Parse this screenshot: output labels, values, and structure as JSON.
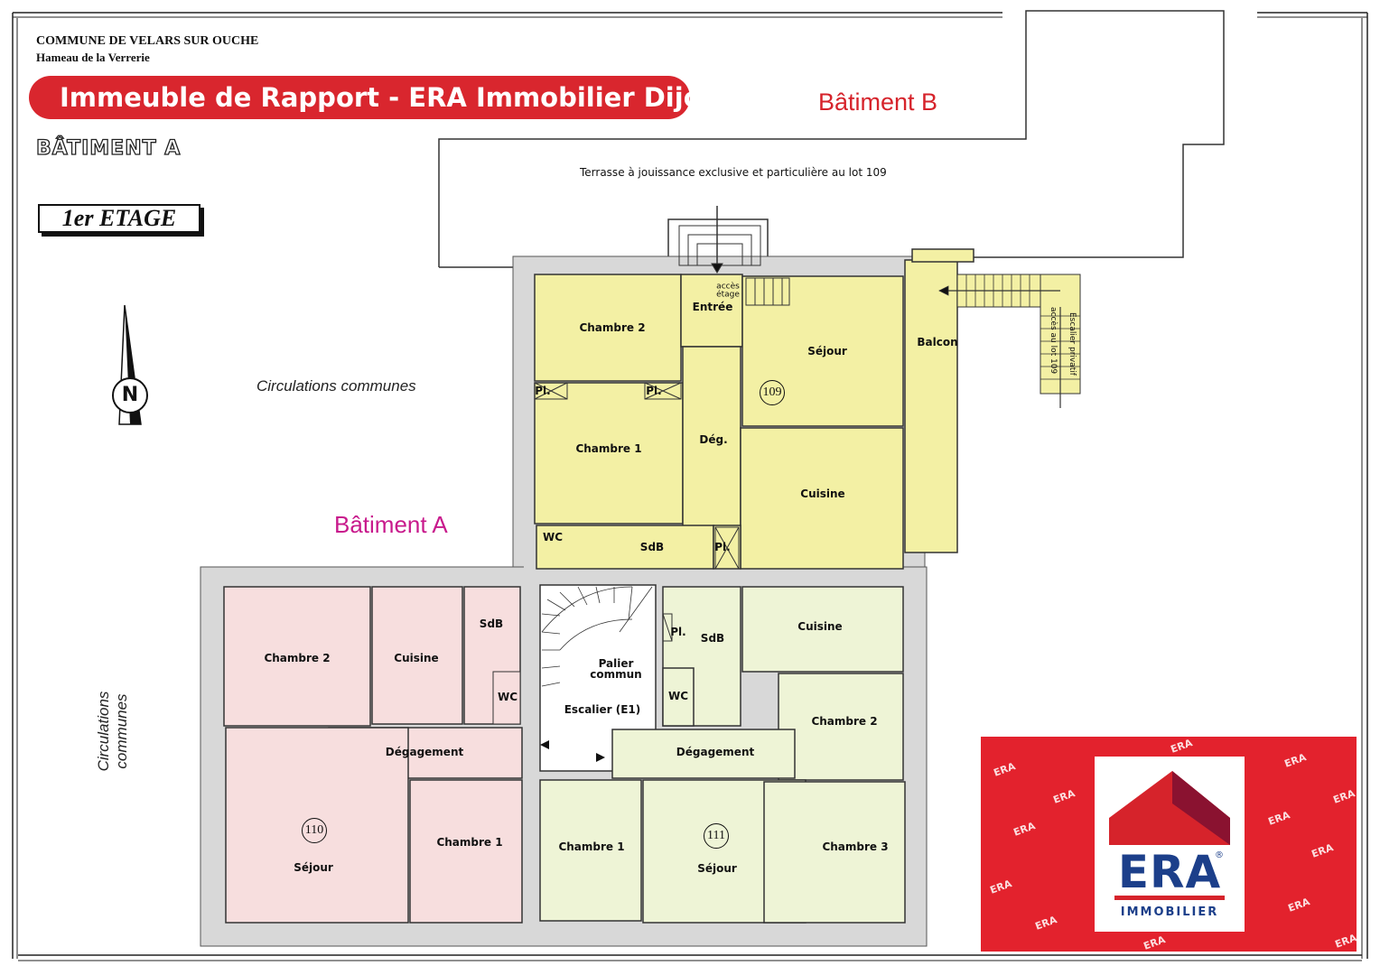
{
  "header": {
    "commune": "COMMUNE DE VELARS SUR OUCHE",
    "hamlet": "Hameau de la Verrerie",
    "banner": "Immeuble de Rapport - ERA Immobilier Dijon",
    "building_tag": "BÂTIMENT A",
    "floor_tag": "1er ETAGE"
  },
  "labels": {
    "batiment_b": "Bâtiment B",
    "batiment_a": "Bâtiment A",
    "circulations_top": "Circulations communes",
    "circulations_side": "Circulations communes",
    "terrasse": "Terrasse à jouissance exclusive et particulière au lot  109",
    "north": "N",
    "acces_etage_1": "accès",
    "acces_etage_2": "étage",
    "escalier_prive_1": "Escalier privatif",
    "escalier_prive_2": "accès au lot 109"
  },
  "lot109": {
    "number": "109",
    "rooms": {
      "chambre2": "Chambre 2",
      "chambre1": "Chambre 1",
      "entree": "Entrée",
      "deg": "Dég.",
      "sejour": "Séjour",
      "cuisine": "Cuisine",
      "balcon": "Balcon",
      "wc": "WC",
      "sdb": "SdB",
      "pl1": "Pl.",
      "pl2": "Pl.",
      "pl3": "Pl."
    }
  },
  "lot110": {
    "number": "110",
    "rooms": {
      "chambre2": "Chambre 2",
      "cuisine": "Cuisine",
      "sdb": "SdB",
      "wc": "WC",
      "degagement": "Dégagement",
      "sejour": "Séjour",
      "chambre1": "Chambre 1"
    }
  },
  "common": {
    "palier_1": "Palier",
    "palier_2": "commun",
    "escalier": "Escalier (E1)"
  },
  "lot111": {
    "number": "111",
    "rooms": {
      "pl": "Pl.",
      "sdb": "SdB",
      "cuisine": "Cuisine",
      "wc": "WC",
      "chambre2": "Chambre 2",
      "degagement": "Dégagement",
      "chambre1": "Chambre 1",
      "sejour": "Séjour",
      "chambre3": "Chambre 3"
    }
  },
  "logo": {
    "brand": "ERA",
    "reg": "®",
    "sub": "IMMOBILIER",
    "pattern_text": "ERA"
  },
  "colors": {
    "lot109": "#f3f0a4",
    "lot110": "#f7dede",
    "lot111": "#eef4d6",
    "wall": "#d8d8d8",
    "banner": "#d9262e",
    "era_blue": "#1c3f8a"
  }
}
